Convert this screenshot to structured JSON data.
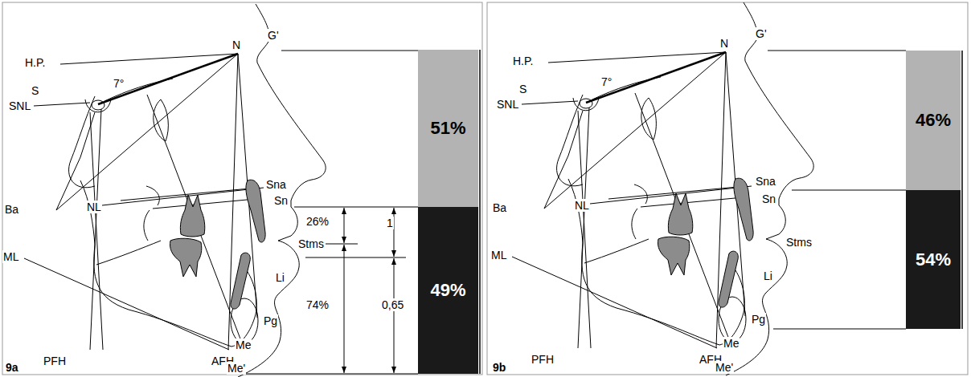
{
  "diagram": {
    "nodes": [
      {
        "text": [
          "51%"
        ]
      },
      {
        "text": [
          "49%"
        ]
      },
      {
        "text": [
          "46%"
        ]
      },
      {
        "text": [
          "54%"
        ]
      }
    ],
    "labels": [
      "G'",
      "N",
      "H.P.",
      "S",
      "7°",
      "SNL",
      "Ba",
      "NL",
      "Sna",
      "Sn",
      "26%",
      "1",
      "Stms",
      "ML",
      "Li",
      "74%",
      "0,65",
      "Pg",
      "PFH",
      "AFH",
      "Me",
      "Me'",
      "9a",
      "G'",
      "N",
      "H.P.",
      "S",
      "7°",
      "SNL",
      "Ba",
      "NL",
      "Sna",
      "Sn",
      "Stms",
      "ML",
      "Li",
      "Pg",
      "PFH",
      "AFH",
      "Me",
      "Me'",
      "9b"
    ]
  }
}
